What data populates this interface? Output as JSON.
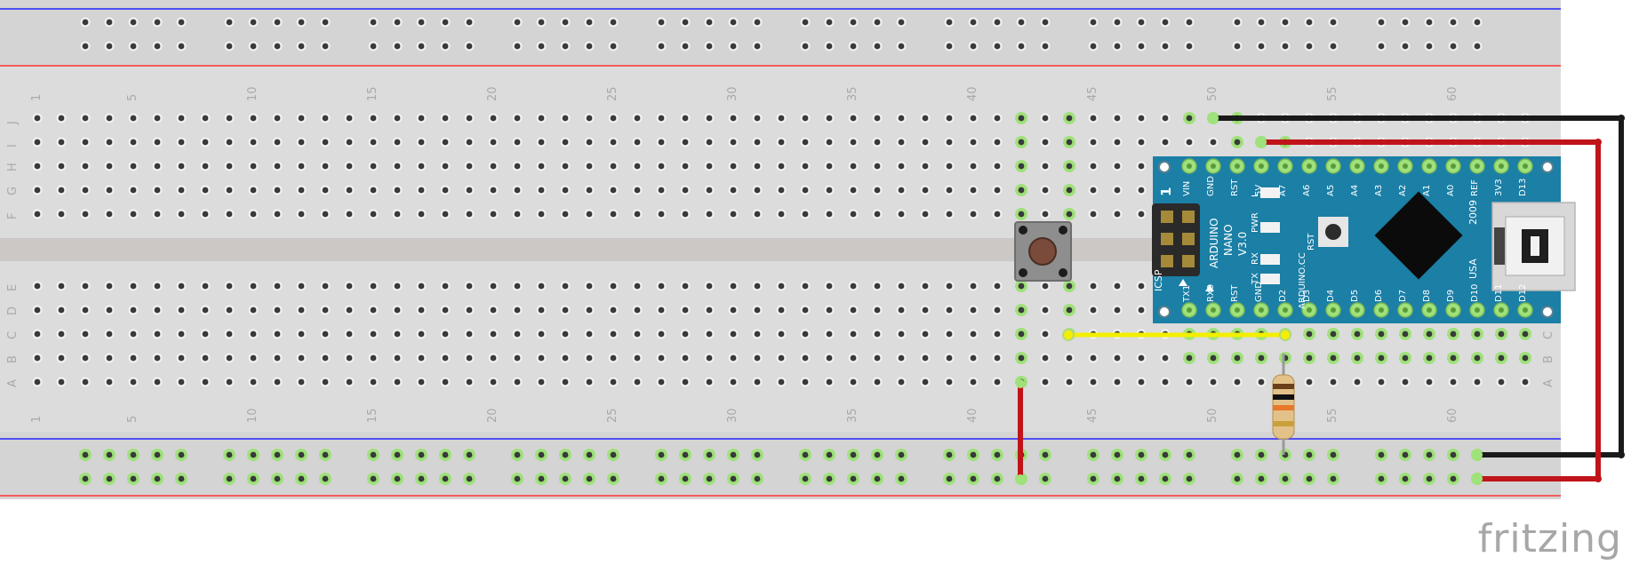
{
  "breadboard": {
    "row_labels_top": [
      "J",
      "I",
      "H",
      "G",
      "F"
    ],
    "row_labels_bottom": [
      "E",
      "D",
      "C",
      "B",
      "A"
    ],
    "column_numbers": [
      "1",
      "5",
      "10",
      "15",
      "20",
      "25",
      "30",
      "35",
      "40",
      "45",
      "50",
      "55",
      "60"
    ],
    "colors": {
      "board": "#dcdcdc",
      "channel": "#cbc8c6",
      "hole": "#3a3a3a",
      "active": "#9fe17a",
      "rail_blue": "#2222ff",
      "rail_red": "#ff3333"
    }
  },
  "arduino": {
    "title_lines": [
      "ARDUINO",
      "NANO",
      "V3.0"
    ],
    "site": "ARDUINO.CC",
    "year": "2009",
    "country": "USA",
    "rst_label": "RST",
    "led_labels": [
      "L",
      "PWR",
      "RX",
      "TX"
    ],
    "icsp_label": "ICSP",
    "pin1_marker": "1",
    "top_pins": [
      "VIN",
      "GND",
      "RST",
      "5V",
      "A7",
      "A6",
      "A5",
      "A4",
      "A3",
      "A2",
      "A1",
      "A0",
      "REF",
      "3V3",
      "D13"
    ],
    "bottom_pins": [
      "TX1",
      "RX0",
      "RST",
      "GND",
      "D2",
      "D3",
      "D4",
      "D5",
      "D6",
      "D7",
      "D8",
      "D9",
      "D10",
      "D11",
      "D12"
    ],
    "board_color": "#1b7fa6"
  },
  "wires": {
    "black": "#222222",
    "red": "#c0141a",
    "yellow": "#f2f000"
  },
  "resistor_bands": [
    "#6b3f1a",
    "#111111",
    "#e8792a",
    "#c9a03a"
  ],
  "brand": "fritzing"
}
